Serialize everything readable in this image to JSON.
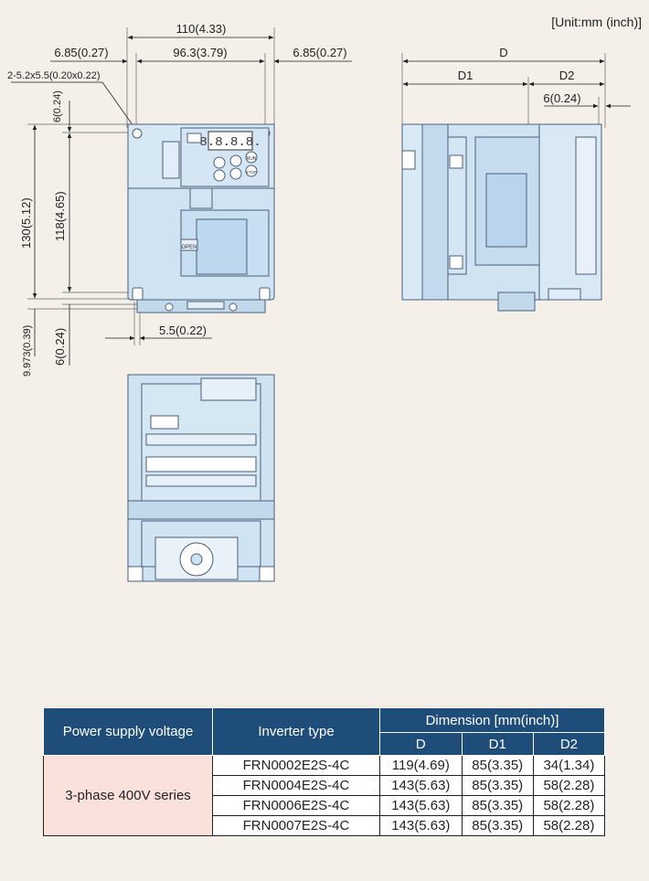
{
  "unit_label": "[Unit:mm (inch)]",
  "front_view": {
    "width_total": "110(4.33)",
    "width_left": "6.85(0.27)",
    "width_center": "96.3(3.79)",
    "width_right": "6.85(0.27)",
    "hole_spec": "2-5.2x5.5(0.20x0.22)",
    "top_offset": "6(0.24)",
    "height_total": "130(5.12)",
    "height_inner": "118(4.65)",
    "bottom_left": "9.973(0.39)",
    "bottom_offset": "6(0.24)",
    "slot_width": "5.5(0.22)",
    "display_digits": "8.8.8.8.",
    "open_label": "OPEN",
    "key_run": "RUN",
    "key_stop": "STOP"
  },
  "side_view": {
    "depth": "D",
    "depth_d1": "D1",
    "depth_d2": "D2",
    "offset": "6(0.24)"
  },
  "table": {
    "headers": {
      "voltage": "Power supply voltage",
      "type": "Inverter type",
      "dimension": "Dimension [mm(inch)]",
      "d": "D",
      "d1": "D1",
      "d2": "D2"
    },
    "voltage_group": "3-phase 400V series",
    "rows": [
      {
        "type": "FRN0002E2S-4C",
        "d": "119(4.69)",
        "d1": "85(3.35)",
        "d2": "34(1.34)"
      },
      {
        "type": "FRN0004E2S-4C",
        "d": "143(5.63)",
        "d1": "85(3.35)",
        "d2": "58(2.28)"
      },
      {
        "type": "FRN0006E2S-4C",
        "d": "143(5.63)",
        "d1": "85(3.35)",
        "d2": "58(2.28)"
      },
      {
        "type": "FRN0007E2S-4C",
        "d": "143(5.63)",
        "d1": "85(3.35)",
        "d2": "58(2.28)"
      }
    ]
  }
}
